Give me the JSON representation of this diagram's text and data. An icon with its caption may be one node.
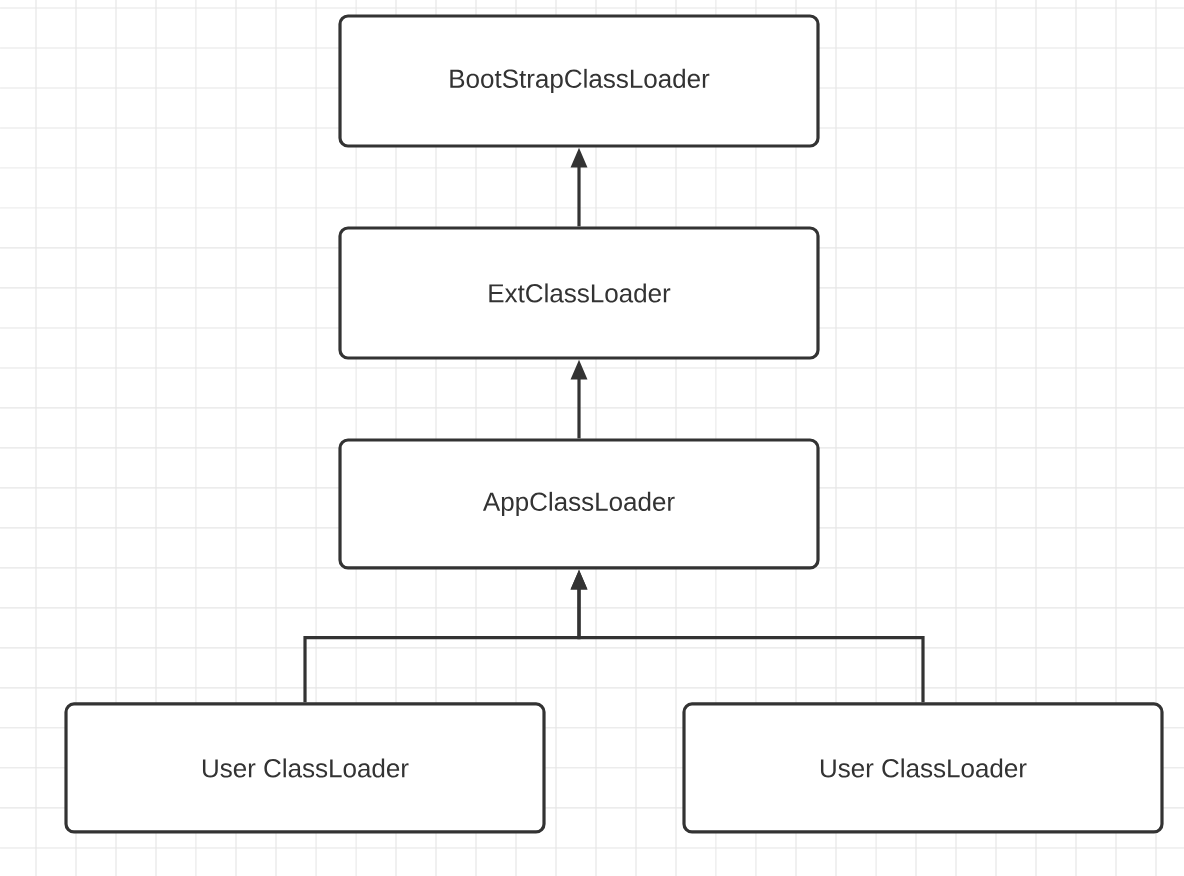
{
  "diagram": {
    "nodes": [
      {
        "text": [
          "BootStrapClassLoader"
        ]
      },
      {
        "text": [
          "ExtClassLoader"
        ]
      },
      {
        "text": [
          "AppClassLoader"
        ]
      },
      {
        "text": [
          "User ClassLoader"
        ]
      },
      {
        "text": [
          "User ClassLoader"
        ]
      }
    ],
    "edges": [
      {
        "from": 1,
        "to": 0,
        "arrow": "to"
      },
      {
        "from": 2,
        "to": 1,
        "arrow": "to"
      },
      {
        "from": 3,
        "to": 2,
        "arrow": "to"
      },
      {
        "from": 4,
        "to": 2,
        "arrow": "to"
      }
    ]
  }
}
